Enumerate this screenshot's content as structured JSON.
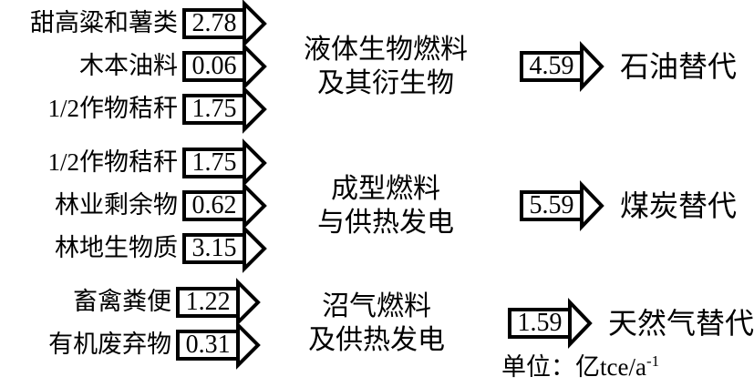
{
  "colors": {
    "ink": "#000000",
    "background": "#ffffff"
  },
  "unit": {
    "prefix": "单位：亿tce/a",
    "sup": "-1"
  },
  "groups": [
    {
      "sources": [
        {
          "label": "甜高粱和薯类",
          "value": "2.78"
        },
        {
          "label": "木本油料",
          "value": "0.06"
        },
        {
          "label": "1/2作物秸秆",
          "value": "1.75"
        }
      ],
      "process": {
        "line1": "液体生物燃料",
        "line2": "及其衍生物"
      },
      "output": {
        "value": "4.59",
        "label": "石油替代"
      }
    },
    {
      "sources": [
        {
          "label": "1/2作物秸秆",
          "value": "1.75"
        },
        {
          "label": "林业剩余物",
          "value": "0.62"
        },
        {
          "label": "林地生物质",
          "value": "3.15"
        }
      ],
      "process": {
        "line1": "成型燃料",
        "line2": "与供热发电"
      },
      "output": {
        "value": "5.59",
        "label": "煤炭替代"
      }
    },
    {
      "sources": [
        {
          "label": "畜禽粪便",
          "value": "1.22"
        },
        {
          "label": "有机废弃物",
          "value": "0.31"
        }
      ],
      "process": {
        "line1": "沼气燃料",
        "line2": "及供热发电"
      },
      "output": {
        "value": "1.59",
        "label": "天然气替代"
      }
    }
  ]
}
